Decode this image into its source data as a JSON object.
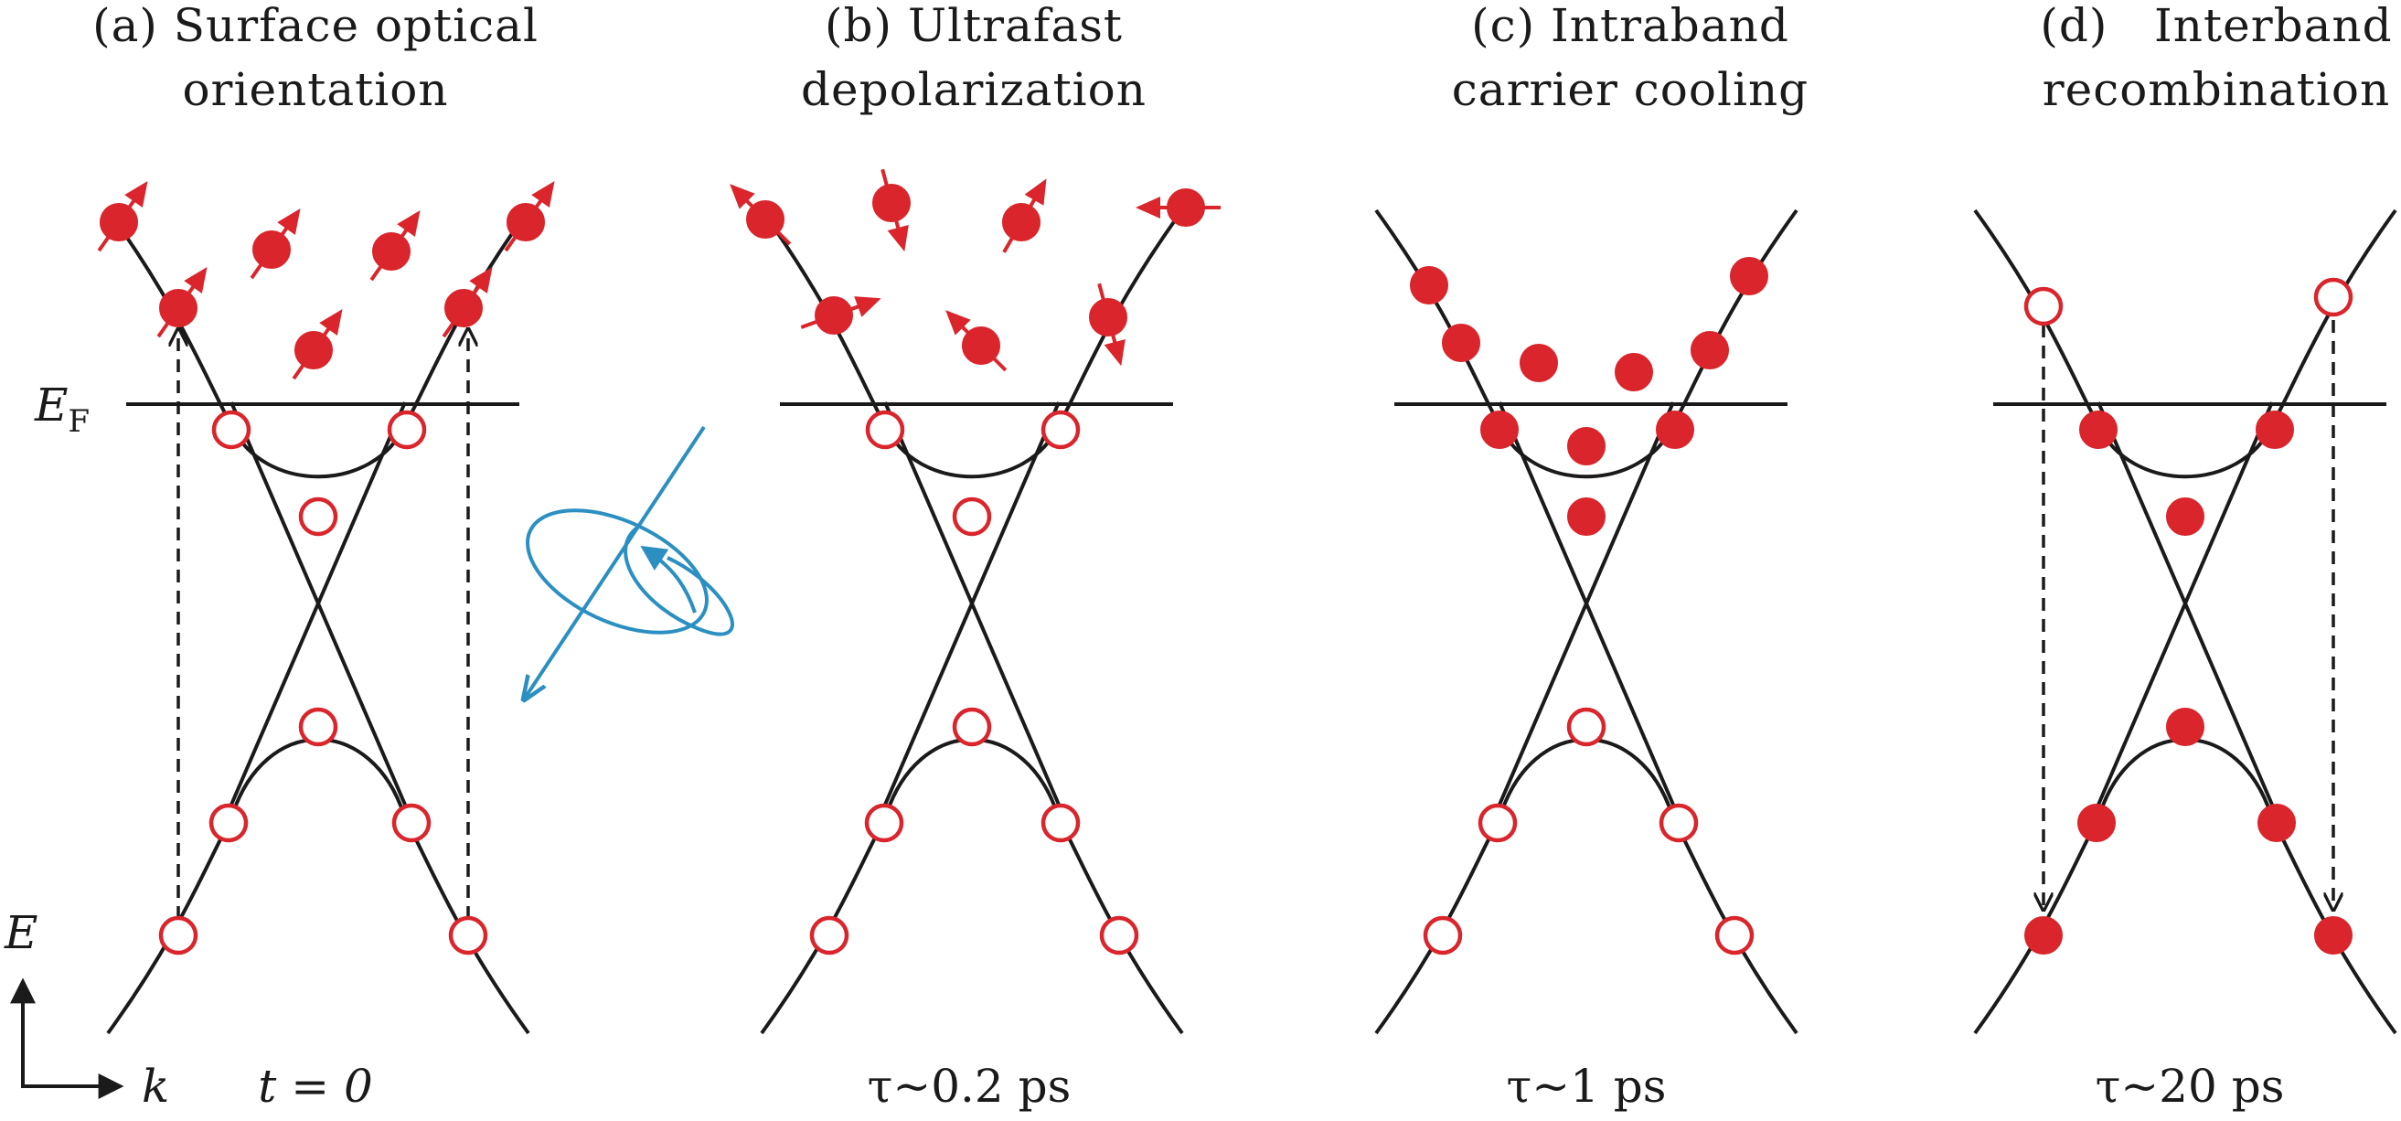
{
  "panels": [
    {
      "title_line1": "(a) Surface optical",
      "title_line2": "orientation",
      "time_label": "t = 0"
    },
    {
      "title_line1": "(b) Ultrafast",
      "title_line2": "depolarization",
      "time_label": "τ~0.2 ps"
    },
    {
      "title_line1": "(c) Intraband",
      "title_line2": "carrier cooling",
      "time_label": "τ~1 ps"
    },
    {
      "title_line1": "(d)   Interband",
      "title_line2": "recombination",
      "time_label": "τ~20 ps"
    }
  ],
  "fermi_label": "E",
  "fermi_subscript": "F",
  "axis": {
    "y_label": "E",
    "x_label": "k"
  },
  "colors": {
    "carrier": "#d9252b",
    "band": "#1a1a1a",
    "light": "#2b8fc1"
  },
  "icons": {
    "light": "circular-polarized-light-arrow-icon",
    "axes": "axes-arrow-icon"
  }
}
